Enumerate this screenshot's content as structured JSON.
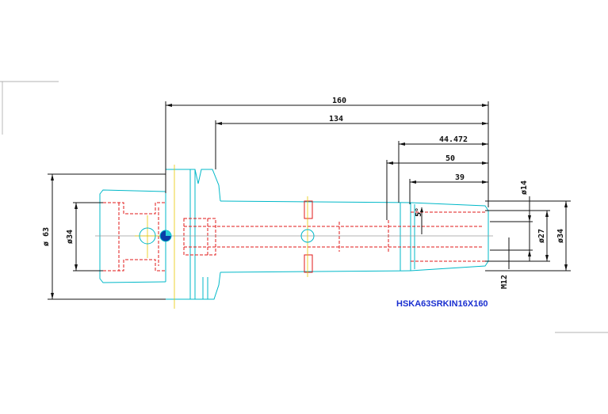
{
  "drawing": {
    "part_label": "HSKA63SRKIN16X160",
    "dimensions": {
      "overall_length": "160",
      "shank_length": "134",
      "d1": "44.472",
      "d2": "50",
      "d3": "39",
      "flange_dia": "ø 63",
      "left_dia": "ø34",
      "right_dia_14": "ø14",
      "right_dia_27": "ø27",
      "right_dia_34": "ø34",
      "angle": "5°",
      "thread": "M12"
    }
  },
  "colors": {
    "outline": "#00b8c8",
    "hidden": "#e01818",
    "dimension": "#111111",
    "label": "#1a2fd0"
  }
}
